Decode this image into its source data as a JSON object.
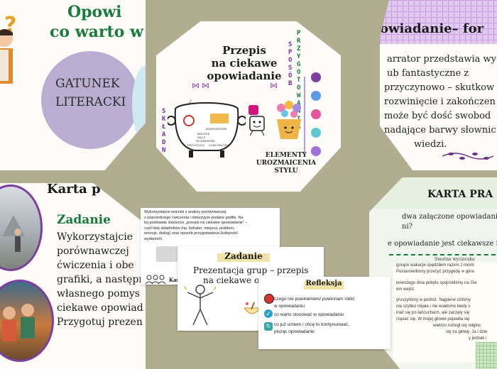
{
  "colors": {
    "background": "#b0ad90",
    "purple": "#7b3fa0",
    "green": "#167a3a",
    "lavender": "#b8a8d4"
  },
  "slide1": {
    "title_line1": "Opowi",
    "title_line2": "co warto w",
    "genre_line1": "GATUNEK",
    "genre_line2": "LITERACKI",
    "icons": [
      "question-icon",
      "thinking-person-icon"
    ]
  },
  "slide2": {
    "title_line1": "Przepis",
    "title_line2": "na ciekawe",
    "title_line3": "opowiadanie",
    "sposob": "SPOSÓB",
    "przygotowania": "PRZYGOTOWANIA",
    "sklad": "SKŁADN",
    "pot_label1": "BOHATEROWIE",
    "pot_label2": "MIEJSCE AKCJI",
    "pot_label3": "WYDARZENIA",
    "pot_label4": "PRZYGOTUJ",
    "pot_label5": "CZAS",
    "pot_label6": "SKUTEK",
    "elements_line1": "ELEMENTY",
    "elements_line2": "UROZMAICENIA",
    "elements_line3": "STYLU"
  },
  "slide3": {
    "title": "owiadanie– for",
    "lines": [
      "arrator przedstawia wy",
      "ub fantastyczne z",
      "przyczynowo – skutkow",
      "rozwinięcie i zakończen",
      "może być dość swobod",
      "nadające barwy słownic",
      "wiedzi."
    ]
  },
  "slide4": {
    "title": "Karta p",
    "heading": "Zadanie",
    "lines": [
      "Wykorzystajcie",
      "porównawczej",
      "ćwiczenia i obe",
      "grafiki, a następn",
      "własnego pomys",
      "ciekawe opowiad",
      "Przygotuj prezen"
    ]
  },
  "slide5": {
    "title": "KARTA PRA",
    "lines": [
      "dwa załączone opowiadania i",
      "ni?",
      "e opowiadanie jest ciekawsze i dlacz"
    ],
    "story_title": "Smutna wycieczka",
    "story_lines": [
      "gorące wakacje spędziłem razem z moim",
      "Postanowiliśmy przeżyć przygodę w góra",
      "ierwszego dnia pobytu spojrzeliśmy na Gie",
      "em wejść.",
      "yruszyliśmy w podróż. Najpierw szliśmy",
      "nia szybko mijała i nie wiadomo kiedy s",
      "inać się po łańcuchach, ale zaczęły się",
      "rząsać się. W mojej głowie pojawiła się",
      "wietrzu rozległ się odgłos",
      "się za głowę. Ja i dzie",
      "y jednak i"
    ]
  },
  "card_mid": {
    "lines": [
      "Wykorzystajcie wnioski z analizy porównawczej",
      "z poprzedniego ćwiczenia i obejrzyjcie podane grafiki. Na",
      "tej podstawie stwórzcie „przepis na ciekawe opowiadanie” –",
      "czyli listę składników (np. bohater, miejsca, problem,",
      "emocje, dialog) oraz sposób przygotowania (kolejność",
      "wydarzeń)."
    ],
    "partial_label": "Kar"
  },
  "card_task": {
    "heading": "Zadanie",
    "line1": "Prezentacja grup – przepis",
    "line2": "na ciekawe opo"
  },
  "card_reflect": {
    "heading": "Refleksja",
    "items": [
      "czego nie powinienem/ powinnam robić",
      "w opowiadaniu",
      "co warto stosować w opowiadaniu",
      "co już umiem i chcę to  kontynuować,",
      "pisząc opowiadanie"
    ]
  }
}
